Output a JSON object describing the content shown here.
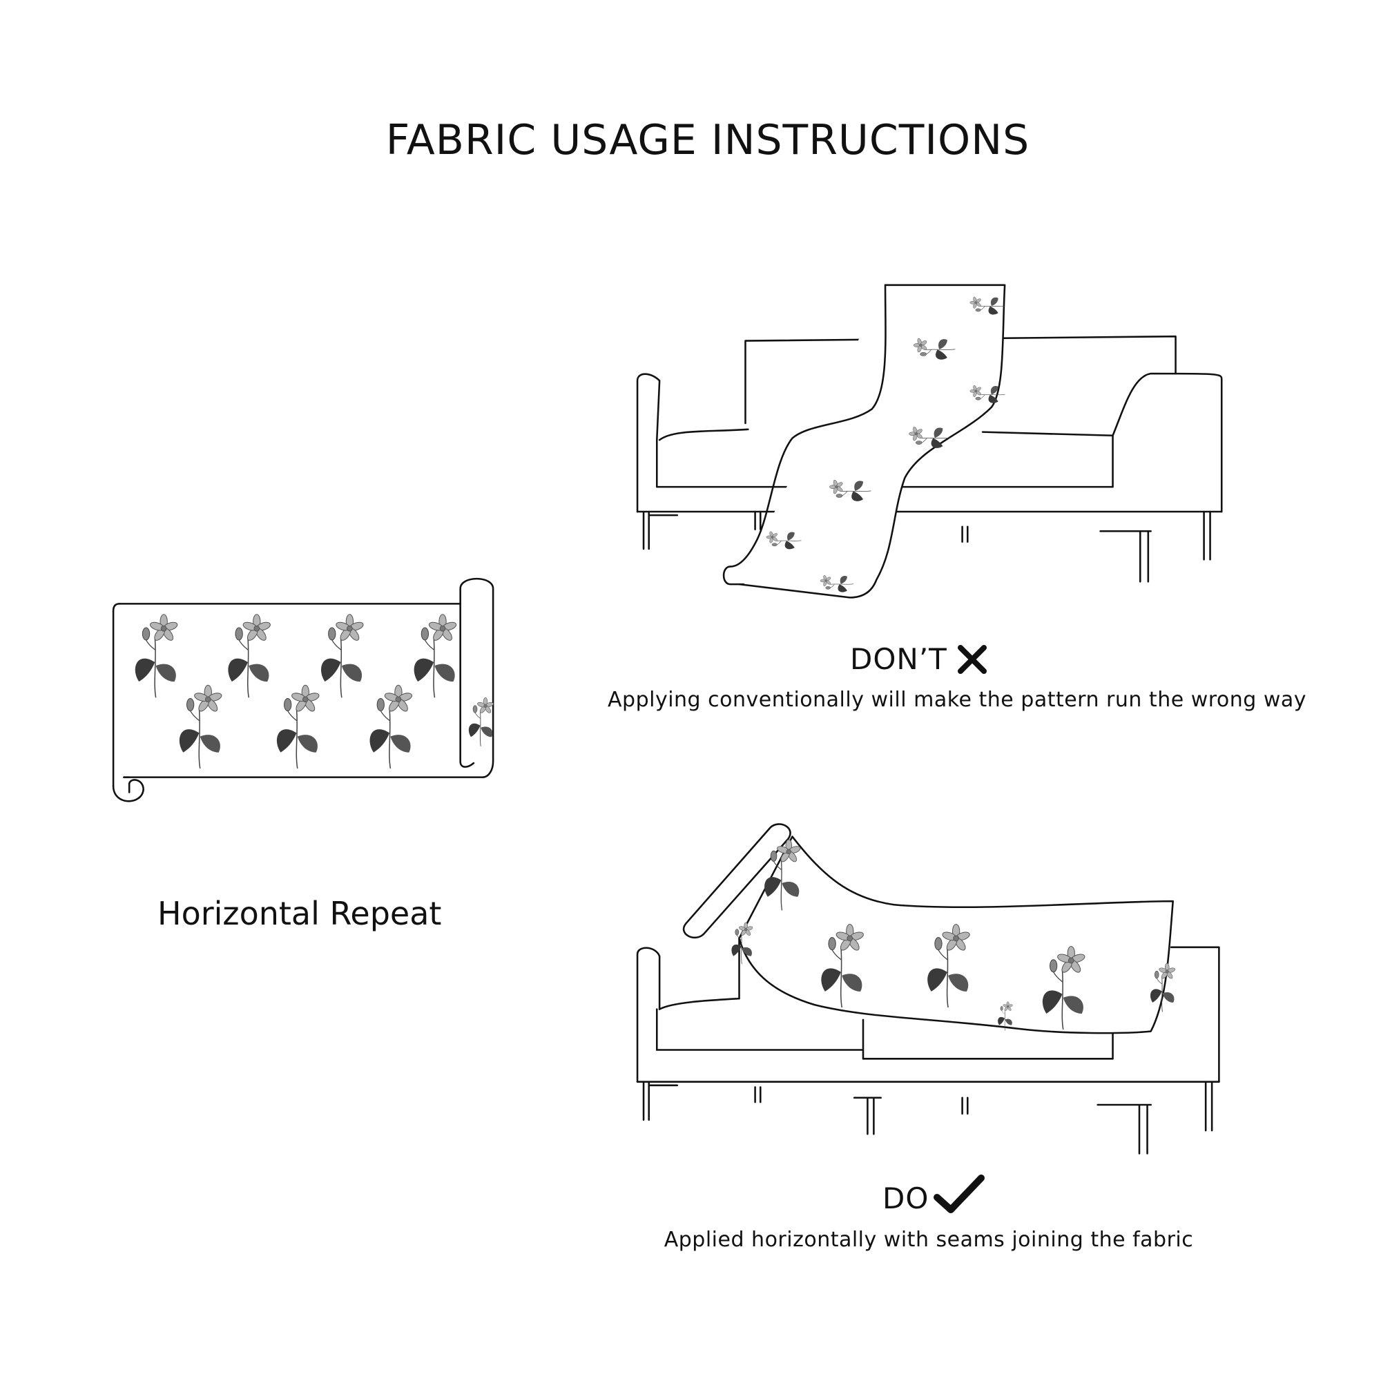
{
  "title": "FABRIC USAGE INSTRUCTIONS",
  "left_panel": {
    "label": "Horizontal Repeat"
  },
  "dont_panel": {
    "heading": "DON’T",
    "icon": "x-mark-icon",
    "description": "Applying conventionally will make the pattern run the wrong way"
  },
  "do_panel": {
    "heading": "DO",
    "icon": "check-mark-icon",
    "description": "Applied horizontally with seams joining the fabric"
  },
  "colors": {
    "line": "#111111",
    "leaf": "#3a3a3a",
    "petal": "#9a9a9a",
    "background": "#ffffff"
  }
}
